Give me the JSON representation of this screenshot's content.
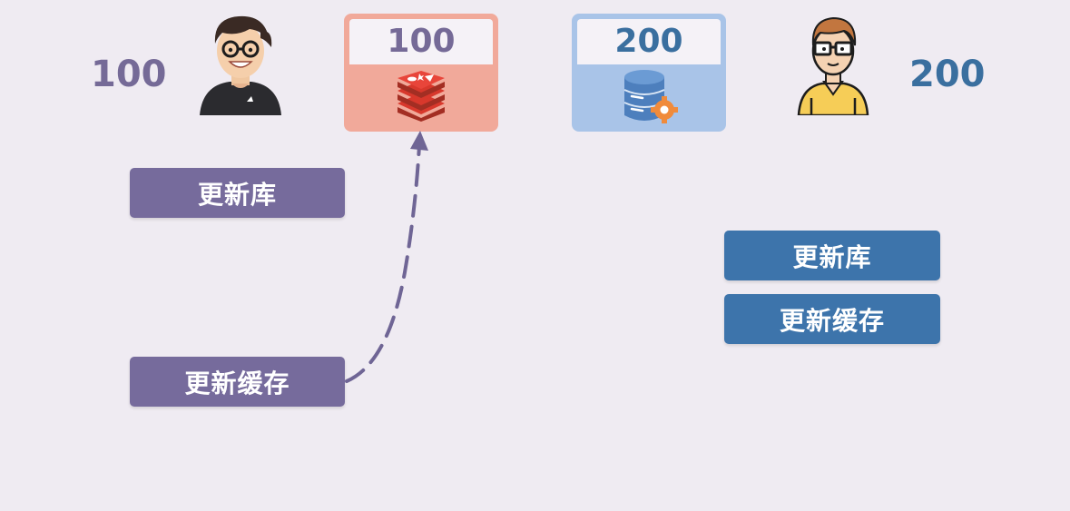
{
  "left_user": {
    "value": "100"
  },
  "cache_box": {
    "value": "100"
  },
  "db_box": {
    "value": "200"
  },
  "right_user": {
    "value": "200"
  },
  "left_actions": {
    "update_db": "更新库",
    "update_cache": "更新缓存"
  },
  "right_actions": {
    "update_db": "更新库",
    "update_cache": "更新缓存"
  },
  "colors": {
    "background": "#efebf2",
    "purple": "#766b9c",
    "blue": "#3d74ab",
    "cache_fill": "#f1a99a",
    "db_fill": "#a9c4e8"
  }
}
